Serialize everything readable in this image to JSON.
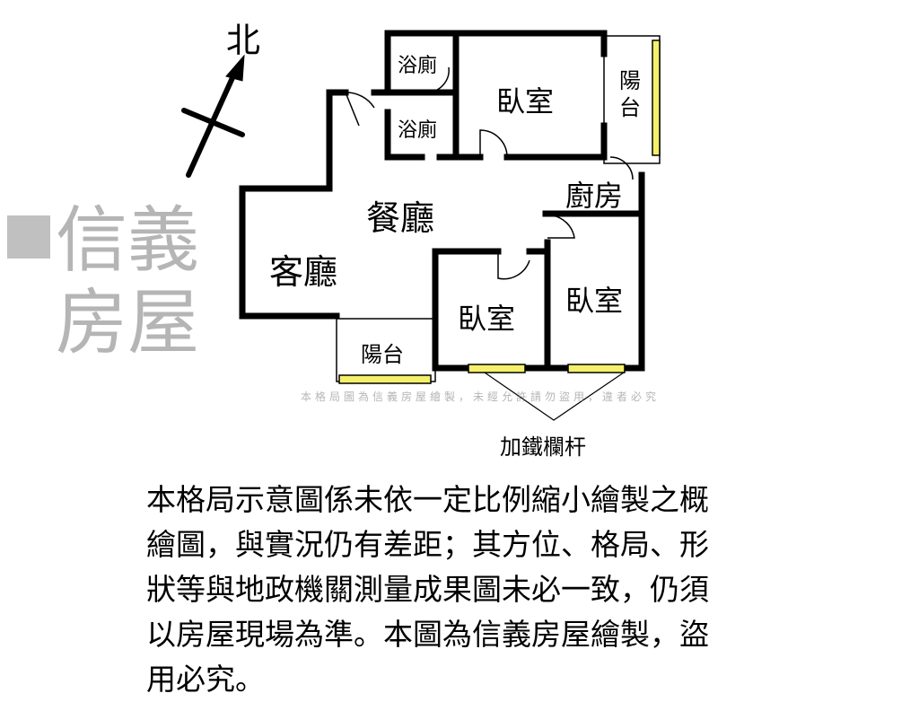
{
  "compass": {
    "north_label": "北"
  },
  "rooms": {
    "bath_upper": "浴廁",
    "bath_lower": "浴廁",
    "bedroom_master": "臥室",
    "balcony_east": "陽台",
    "kitchen": "廚房",
    "dining": "餐廳",
    "living": "客廳",
    "bedroom_1": "臥室",
    "bedroom_2": "臥室",
    "balcony_south": "陽台"
  },
  "annotation": {
    "railing": "加鐵欄杆"
  },
  "watermark": {
    "brand": "信義房屋",
    "notice": "本格局圖為信義房屋繪製，未經允許請勿盜用，違者必究"
  },
  "disclaimer": {
    "lines": [
      "本格局示意圖係未依一定比例縮小繪製之概",
      "繪圖，與實況仍有差距；其方位、格局、形",
      "狀等與地政機關測量成果圖未必一致，仍須",
      "以房屋現場為準。本圖為信義房屋繪製，盜",
      "用必究。"
    ]
  },
  "colors": {
    "wall": "#000000",
    "railing": "#f5f06a",
    "watermark": "#8c8c8c"
  }
}
